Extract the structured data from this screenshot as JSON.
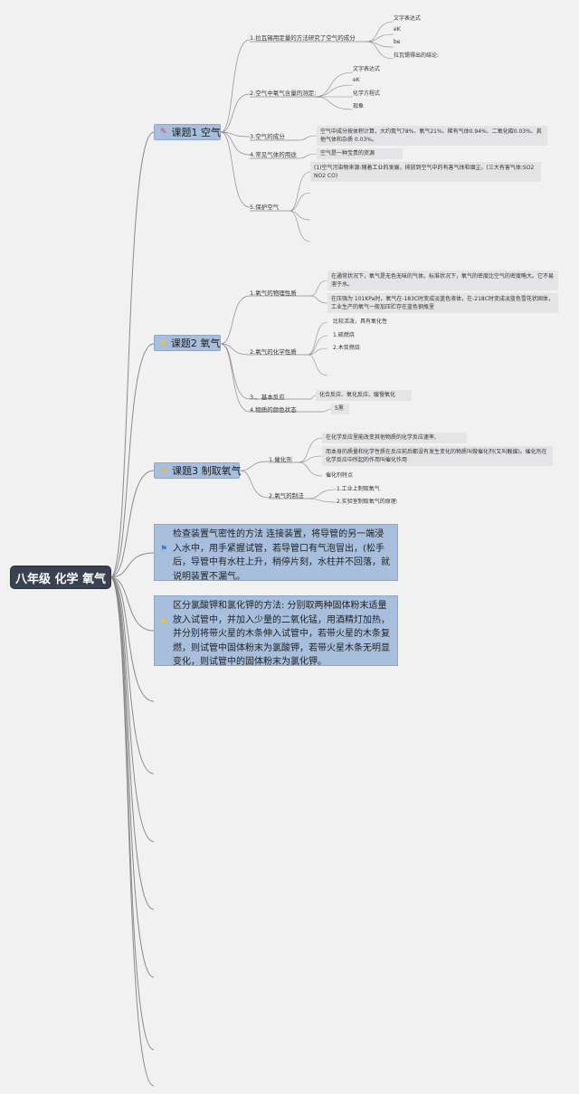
{
  "root": {
    "title": "八年级 化学 氧气"
  },
  "topics": [
    {
      "label": "课题1 空气",
      "icon": "pen-icon",
      "icon_color": "#d9455f",
      "children": [
        {
          "label": "1.拉瓦锡用定量的方法研究了空气的成分",
          "leaves": [
            "文字表达式",
            "eK",
            "be",
            "拉瓦锡得出的结论:"
          ]
        },
        {
          "label": "2.空气中氧气含量的测定:",
          "leaves": [
            "文字表达式",
            "eK",
            "化学方程式",
            "现象"
          ]
        },
        {
          "label": "3.空气的成分",
          "note": "空气中成分按体积计算，大约氮气78%、氧气21%、稀有气体0.94%、二氧化碳0.03%、其他气体和杂质 0.03%。"
        },
        {
          "label": "4.常见气体的用途",
          "note": "空气是一种宝贵的资源"
        },
        {
          "label": "5.保护空气",
          "note": "(1)空气污染物来源:随着工业的发展，排放到空气中的有害气体和烟尘。(三大有害气体:SO2 NO2 CO)"
        }
      ]
    },
    {
      "label": "课题2 氧气",
      "icon": "diamond-icon",
      "icon_color": "#e8c33a",
      "children": [
        {
          "label": "1.氧气的物理性质",
          "notes": [
            "在通常状况下，氧气是无色无味的气体。标准状况下，氧气的密度比空气的密度略大。它不易溶于水。",
            "在压强为 101KPa时，氧气在-183C时变成淡蓝色液体，在-218C时变成淡蓝色雪花状固体，工业生产的氧气一般加压贮存在蓝色钢瓶里"
          ]
        },
        {
          "label": "2.氧气的化学性质",
          "leaves": [
            "比较活泼，具有氧化性",
            "1.硫燃烧",
            "2.木炭燃烧"
          ]
        },
        {
          "label": "3.、基本反应",
          "note": "化合反应、氧化反应、缓慢氧化"
        },
        {
          "label": "4.物质的颜色状态",
          "note": "5黑"
        }
      ]
    },
    {
      "label": "课题3 制取氧气",
      "icon": "star-icon",
      "icon_color": "#e8b43a",
      "children": [
        {
          "label": "1.催化剂",
          "notes": [
            "在化学反应里能改变其他物质的化学反应速率,",
            "而本身的质量和化学性质在反应前后都没有发生变化的物质叫做催化剂(又叫触媒)。催化剂在化学反应中所起的作用叫催化作用"
          ],
          "leaves": [
            "催化剂特点"
          ]
        },
        {
          "label": "2.氧气的制法",
          "leaves": [
            "1.工业上制取氧气",
            "2.实验室制取氧气的原理:"
          ]
        }
      ]
    }
  ],
  "callouts": [
    {
      "icon": "flag-icon",
      "icon_color": "#2f7fd9",
      "text": "检查装置气密性的方法 连接装置，将导管的另一端浸入水中，用手紧握试管，若导管口有气泡冒出，(松手后，导管中有水柱上升，稍停片刻，水柱并不回落，就说明装置不漏气。"
    },
    {
      "icon": "diamond-icon",
      "icon_color": "#e8c33a",
      "text": "区分氯酸钾和氯化钾的方法: 分别取两种固体粉末适量放入试管中，并加入少量的二氧化锰，用酒精灯加热，并分别将带火星的木条伸入试管中，若带火星的木条复燃，则试管中固体粉末为氯酸钾，若带火星木条无明显变化，则试管中的固体粉末为氯化钾。"
    }
  ],
  "line_color": "#8a8a8a"
}
